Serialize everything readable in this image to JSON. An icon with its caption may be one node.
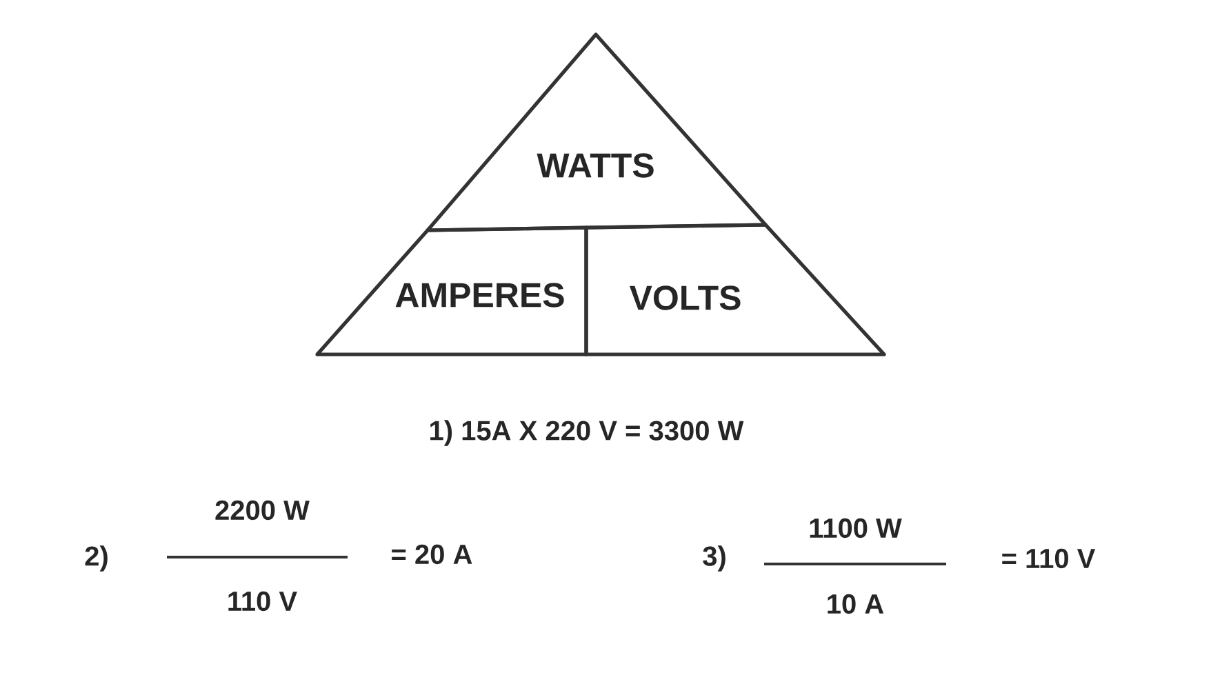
{
  "diagram": {
    "nodes": [
      {
        "text": [
          "WATTS"
        ]
      },
      {
        "text": [
          "AMPERES"
        ]
      },
      {
        "text": [
          "VOLTS"
        ]
      }
    ],
    "labels": [
      "1) 15A X 220 V = 3300 W",
      "2)",
      "2200 W",
      "110 V",
      "= 20 A",
      "3)",
      "1100 W",
      "10 A",
      "= 110 V"
    ]
  }
}
